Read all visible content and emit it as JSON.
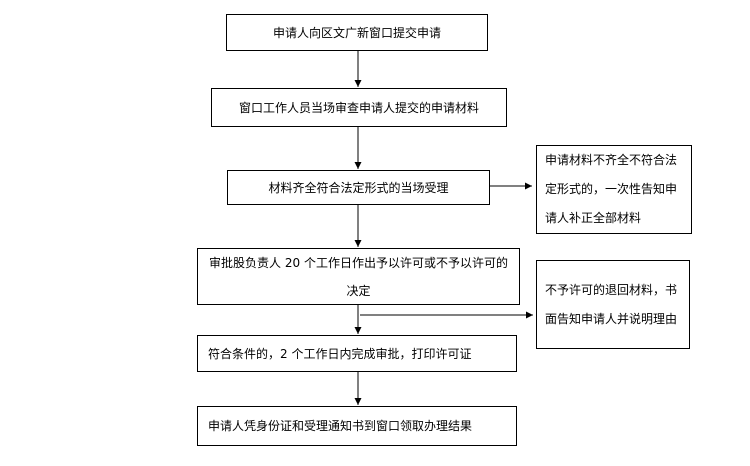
{
  "steps": [
    "申请人向区文广新窗口提交申请",
    "窗口工作人员当场审查申请人提交的申请材料",
    "材料齐全符合法定形式的当场受理",
    "审批股负责人 20 个工作日作出予以许可或不予以许可的决定",
    "符合条件的，2 个工作日内完成审批，打印许可证",
    "申请人凭身份证和受理通知书到窗口领取办理结果"
  ],
  "side_notes": [
    "申请材料不齐全不符合法定形式的，一次性告知申请人补正全部材料",
    "不予许可的退回材料，书面告知申请人并说明理由"
  ]
}
